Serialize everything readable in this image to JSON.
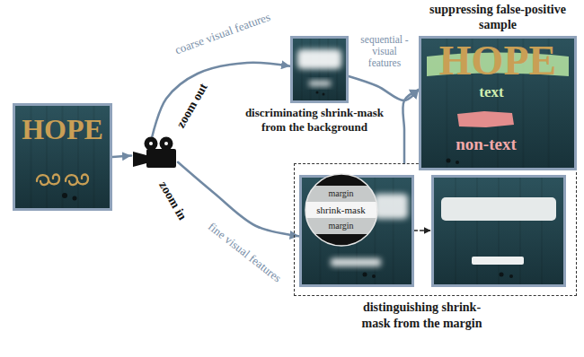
{
  "diagram": {
    "nodes": [
      {
        "text": [
          "HOPE"
        ]
      },
      {
        "text": [
          "zoom out",
          "zoom in"
        ]
      },
      {
        "text": [
          "discriminating shrink-mask from the background"
        ]
      },
      {
        "text": [
          "distinguishing shrink-mask from the margin"
        ]
      },
      {
        "text": [
          "margin",
          "shrink-mask",
          "margin"
        ],
        "in": 3
      },
      {
        "text": [],
        "in": 3
      },
      {
        "text": [
          "suppressing false-positive sample",
          "HOPE",
          "text",
          "non-text"
        ]
      }
    ],
    "edges": [
      {
        "from": 0,
        "to": 1,
        "arrow": "to"
      },
      {
        "from": 1,
        "to": 2,
        "arrow": "to",
        "label": "coarse visual features"
      },
      {
        "from": 1,
        "to": 4,
        "arrow": "to",
        "label": "fine visual features"
      },
      {
        "from": 4,
        "to": 5,
        "arrow": "to"
      },
      {
        "from": 2,
        "to": 6,
        "arrow": "to",
        "label": "sequential -visual features"
      },
      {
        "from": 3,
        "to": 6,
        "arrow": "to"
      }
    ]
  }
}
